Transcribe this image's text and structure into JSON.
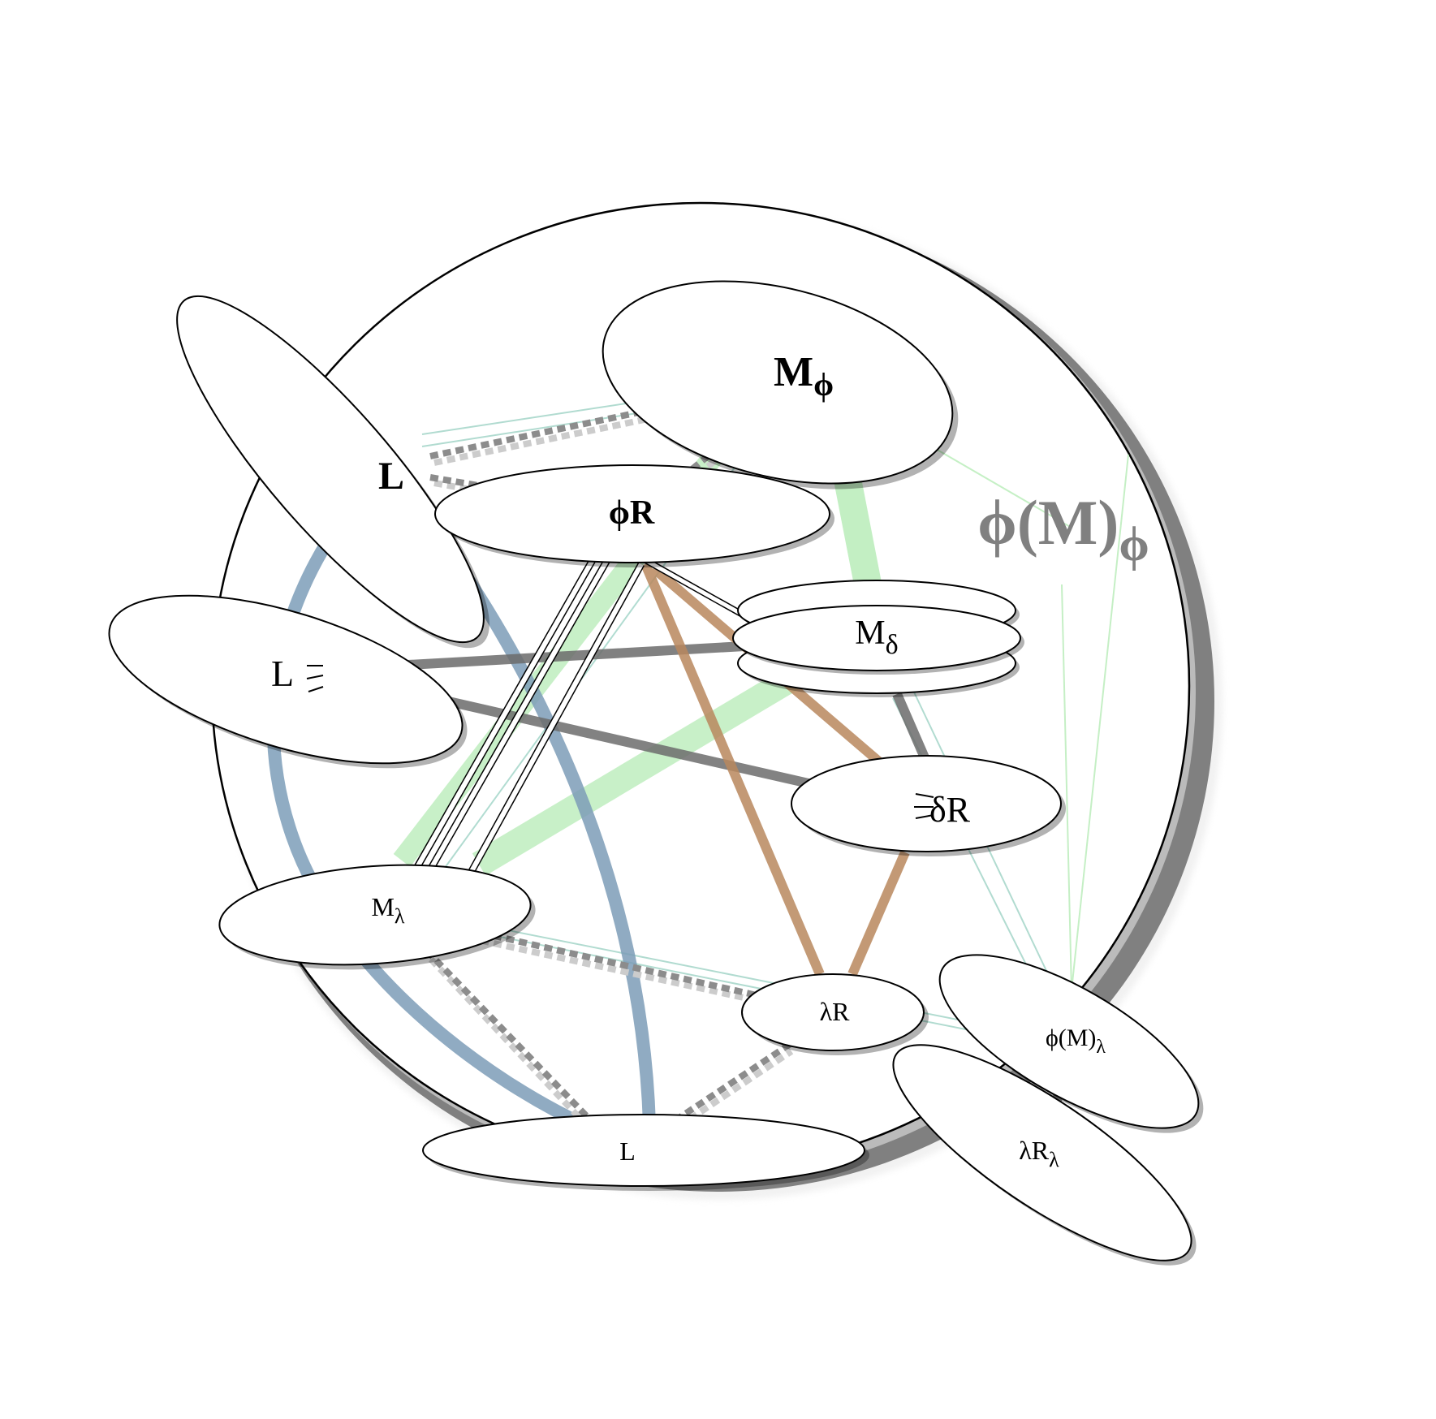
{
  "colors": {
    "blue_link": "#7d9db8",
    "green_link": "#9be49b",
    "brown_link": "#b9885e",
    "gray_link": "#6c6c6c",
    "dotted_link": "#8c8c8c",
    "ring": "#808080",
    "teal_thin": "#a9d8cc"
  },
  "labels": {
    "m_phi": {
      "main": "M",
      "sub": "ϕ"
    },
    "l_top": "L",
    "phi_r": "ϕR",
    "phi_m_phi": {
      "main": "ϕ(M)",
      "sub": "ϕ"
    },
    "m_delta": {
      "main": "M",
      "sub": "δ"
    },
    "l_left": "L",
    "delta_r": "δR",
    "m_lambda": {
      "main": "M",
      "sub": "λ"
    },
    "lambda_r": "λR",
    "phi_m_lambda": {
      "main": "ϕ(M)",
      "sub": "λ"
    },
    "lambda_r_lambda": {
      "main": "λR",
      "sub": "λ"
    },
    "l_bottom": "L"
  }
}
